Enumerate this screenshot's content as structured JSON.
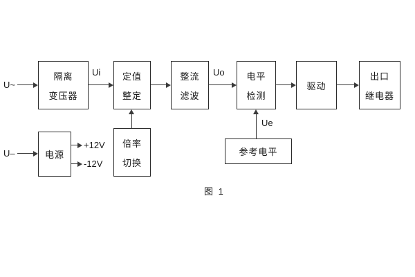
{
  "diagram": {
    "caption": "图 1",
    "inputs": {
      "ac_label": "U~",
      "dc_label": "U–"
    },
    "signals": {
      "ui": "Ui",
      "uo": "Uo",
      "ue": "Ue"
    },
    "power_rails": {
      "pos": "+12V",
      "neg": "-12V"
    },
    "blocks": {
      "isolation_transformer": {
        "line1": "隔离",
        "line2": "变压器"
      },
      "value_setting": {
        "line1": "定值",
        "line2": "整定"
      },
      "rectifier_filter": {
        "line1": "整流",
        "line2": "滤波"
      },
      "level_detect": {
        "line1": "电平",
        "line2": "检测"
      },
      "driver": {
        "line1": "驱动"
      },
      "output_relay": {
        "line1": "出口",
        "line2": "继电器"
      },
      "power_supply": {
        "line1": "电源"
      },
      "ratio_switch": {
        "line1": "倍率",
        "line2": "切换"
      },
      "reference_level": {
        "line1": "参考电平"
      }
    }
  }
}
